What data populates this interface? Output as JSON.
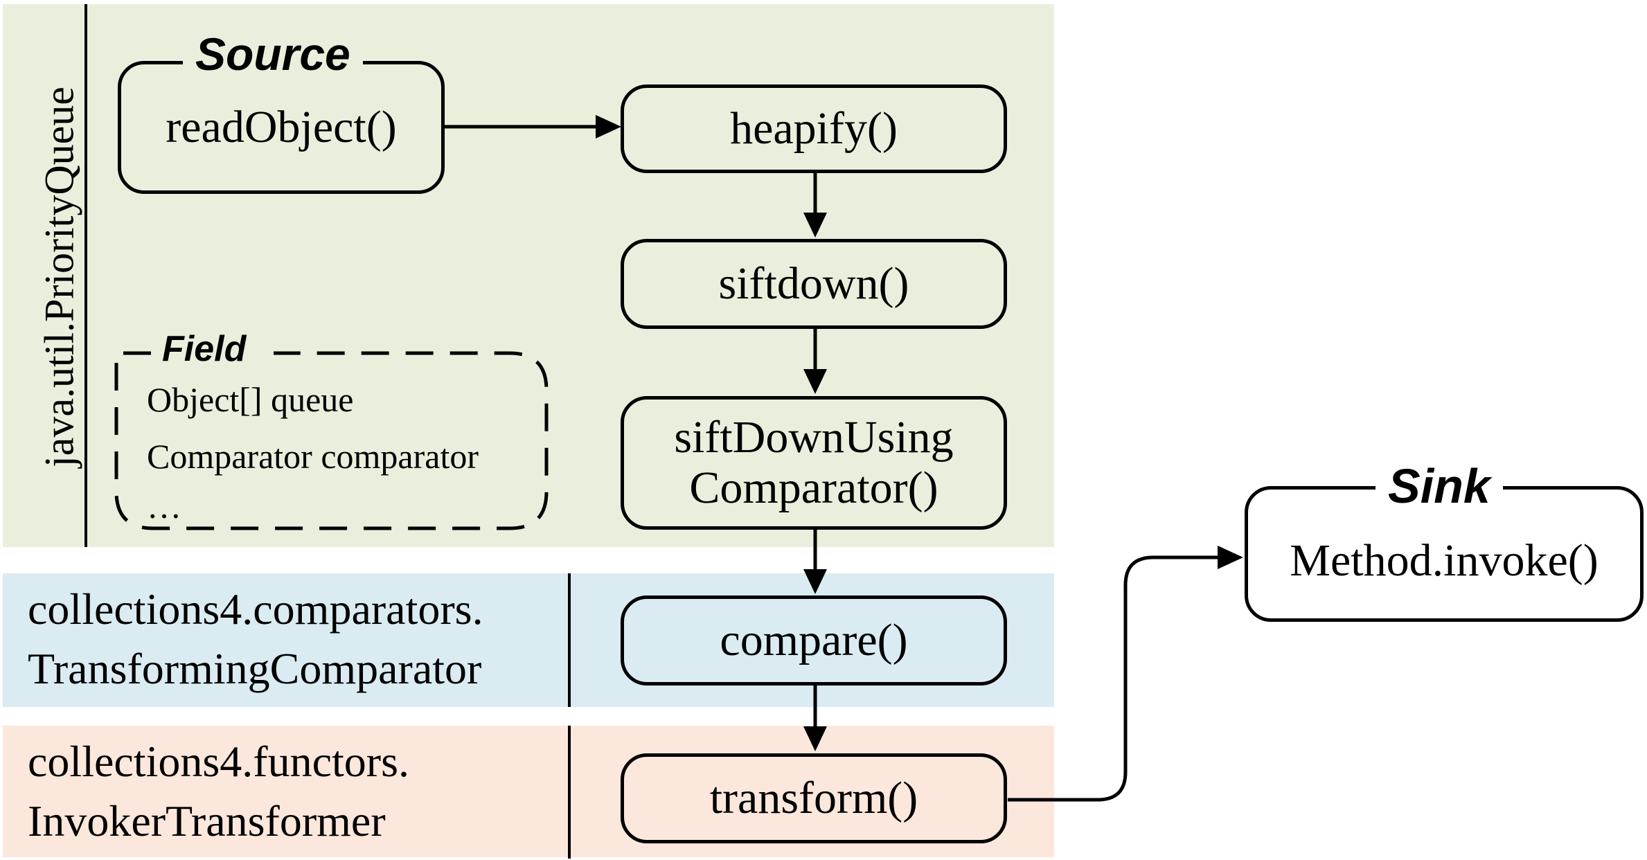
{
  "classes": {
    "priority_queue": "java.util.PriorityQueue",
    "comparator_line1": "collections4.comparators.",
    "comparator_line2": "TransformingComparator",
    "transformer_line1": "collections4.functors.",
    "transformer_line2": "InvokerTransformer"
  },
  "source": {
    "label": "Source",
    "method": "readObject()"
  },
  "field": {
    "label": "Field",
    "items": [
      "Object[] queue",
      "Comparator comparator",
      "…"
    ]
  },
  "chain": {
    "heapify": "heapify()",
    "siftdown": "siftdown()",
    "siftdown_using_line1": "siftDownUsing",
    "siftdown_using_line2": "Comparator()",
    "compare": "compare()",
    "transform": "transform()"
  },
  "sink": {
    "label": "Sink",
    "method": "Method.invoke()"
  },
  "colors": {
    "green": "#e9efdc",
    "blue": "#daebf1",
    "peach": "#fbe7dc"
  }
}
